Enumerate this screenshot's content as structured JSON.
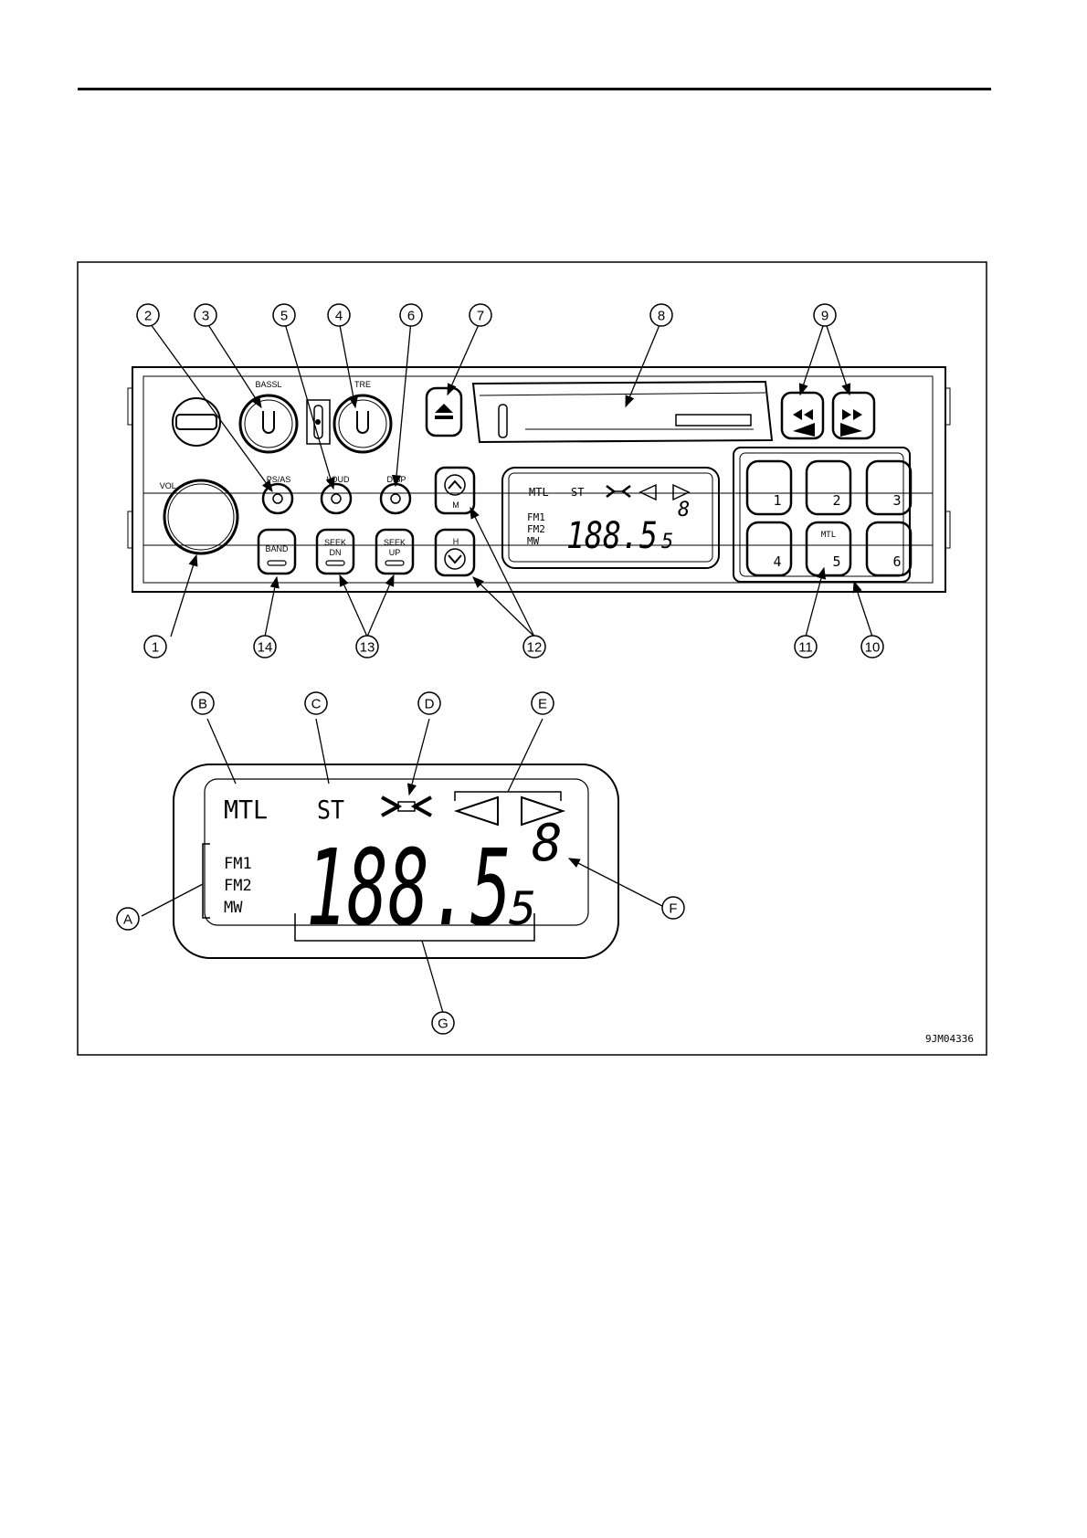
{
  "figure_id": "9JM04336",
  "radio": {
    "knob_labels": {
      "vol": "VOL.",
      "bass": "BASSL",
      "treble": "TRE"
    },
    "button_labels": {
      "ps_as": "PS/AS",
      "loud": "LOUD",
      "disp": "DISP",
      "band": "BAND",
      "seek_dn_top": "SEEK",
      "seek_dn_bottom": "DN",
      "seek_up_top": "SEEK",
      "seek_up_bottom": "UP",
      "tune_up": "M",
      "tune_down": "H"
    },
    "presets": [
      "1",
      "2",
      "3",
      "4",
      "5",
      "6"
    ],
    "preset_mtl_label": "MTL",
    "display": {
      "mtl": "MTL",
      "st": "ST",
      "bands": [
        "FM1",
        "FM2",
        "MW"
      ],
      "frequency": "188.5",
      "suffix": "5",
      "superscript": "8"
    }
  },
  "callouts_numbers": [
    "1",
    "2",
    "3",
    "4",
    "5",
    "6",
    "7",
    "8",
    "9",
    "10",
    "11",
    "12",
    "13",
    "14"
  ],
  "callouts_letters": [
    "A",
    "B",
    "C",
    "D",
    "E",
    "F",
    "G"
  ],
  "enlarged_display": {
    "mtl": "MTL",
    "st": "ST",
    "bands": [
      "FM1",
      "FM2",
      "MW"
    ],
    "frequency": "188.5",
    "suffix": "5",
    "superscript": "8"
  }
}
